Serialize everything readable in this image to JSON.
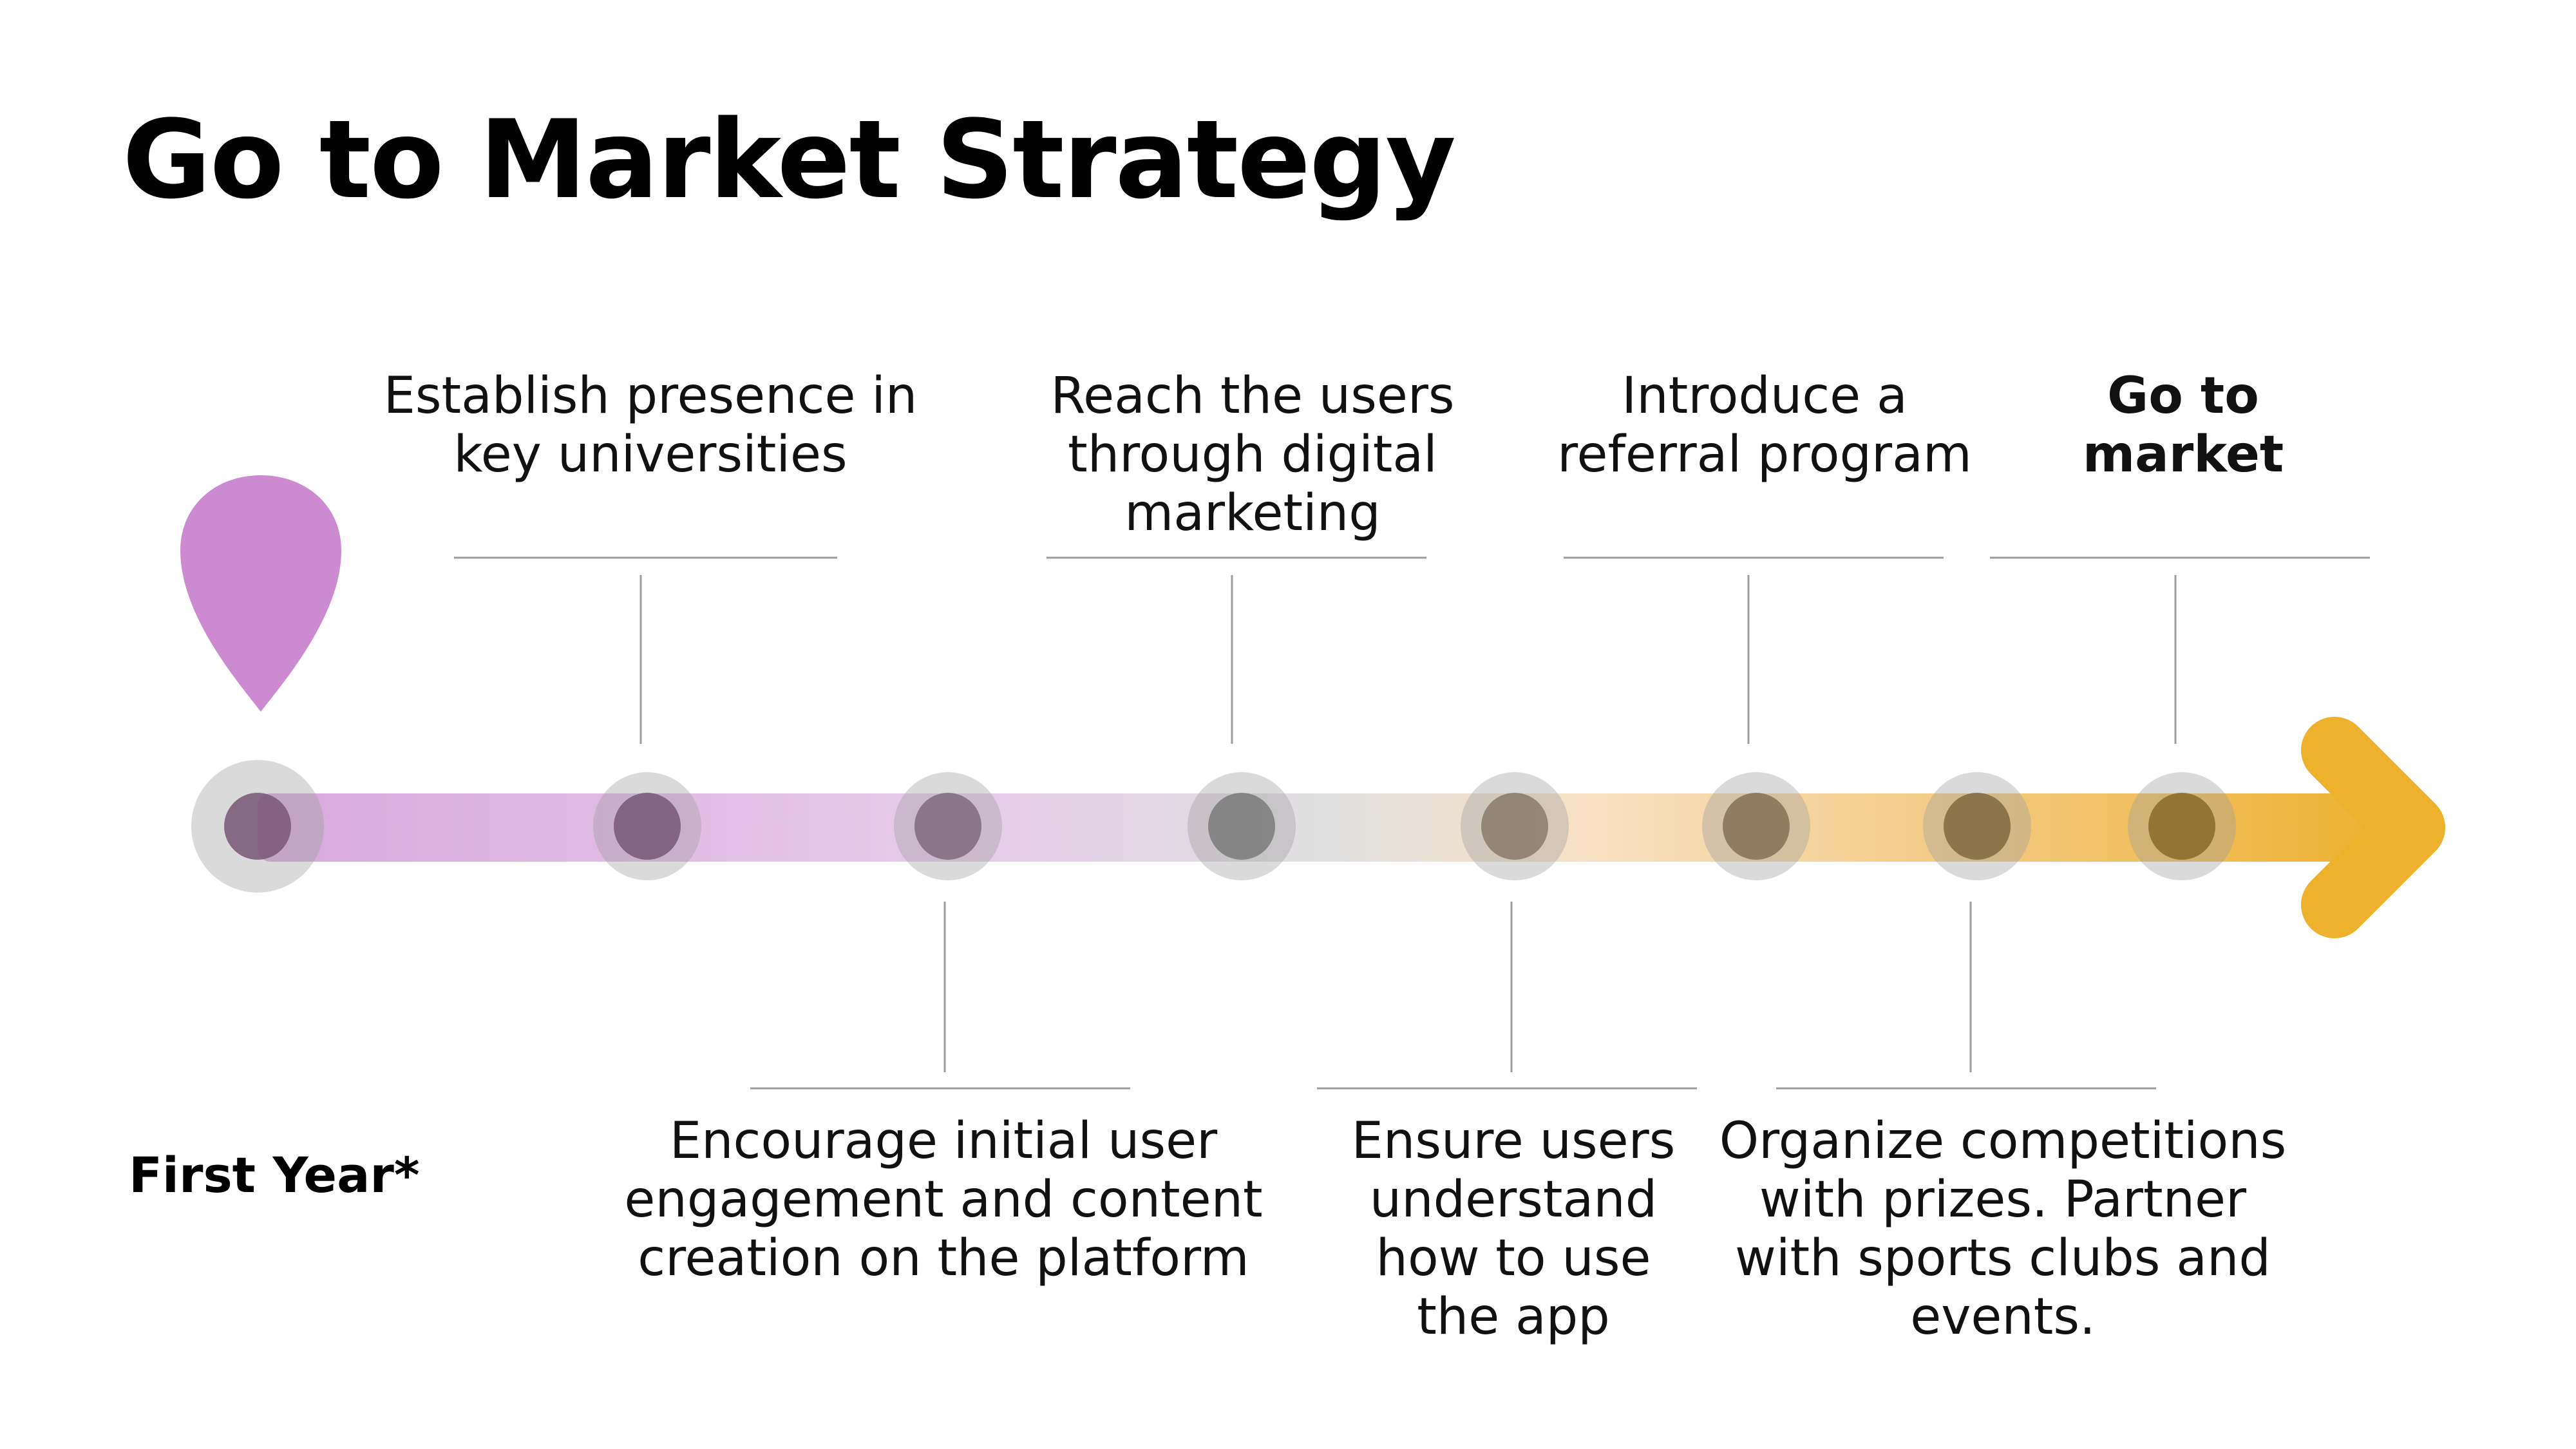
{
  "title": "Go to Market Strategy",
  "footnote": "First Year*",
  "colors": {
    "pin": "#CC8AD1",
    "arrow_start": "#D8A8DE",
    "arrow_mid": "#DCDCDC",
    "arrow_end": "#EDB12E",
    "node_outer": "#D9D9D9",
    "node_inner": "#7A5A78",
    "connector": "#9E9E9E"
  },
  "milestones_top": [
    {
      "text": "Establish presence in key universities",
      "bold": false
    },
    {
      "text": "Reach the users through digital marketing",
      "bold": false
    },
    {
      "text": "Introduce a referral program",
      "bold": false
    },
    {
      "text": "Go to market",
      "bold": true
    }
  ],
  "milestones_bottom": [
    {
      "text": "Encourage initial user engagement and content creation on the platform"
    },
    {
      "text": "Ensure users understand how to use the app"
    },
    {
      "text": "Organize competitions with prizes. Partner with sports clubs and events."
    }
  ]
}
